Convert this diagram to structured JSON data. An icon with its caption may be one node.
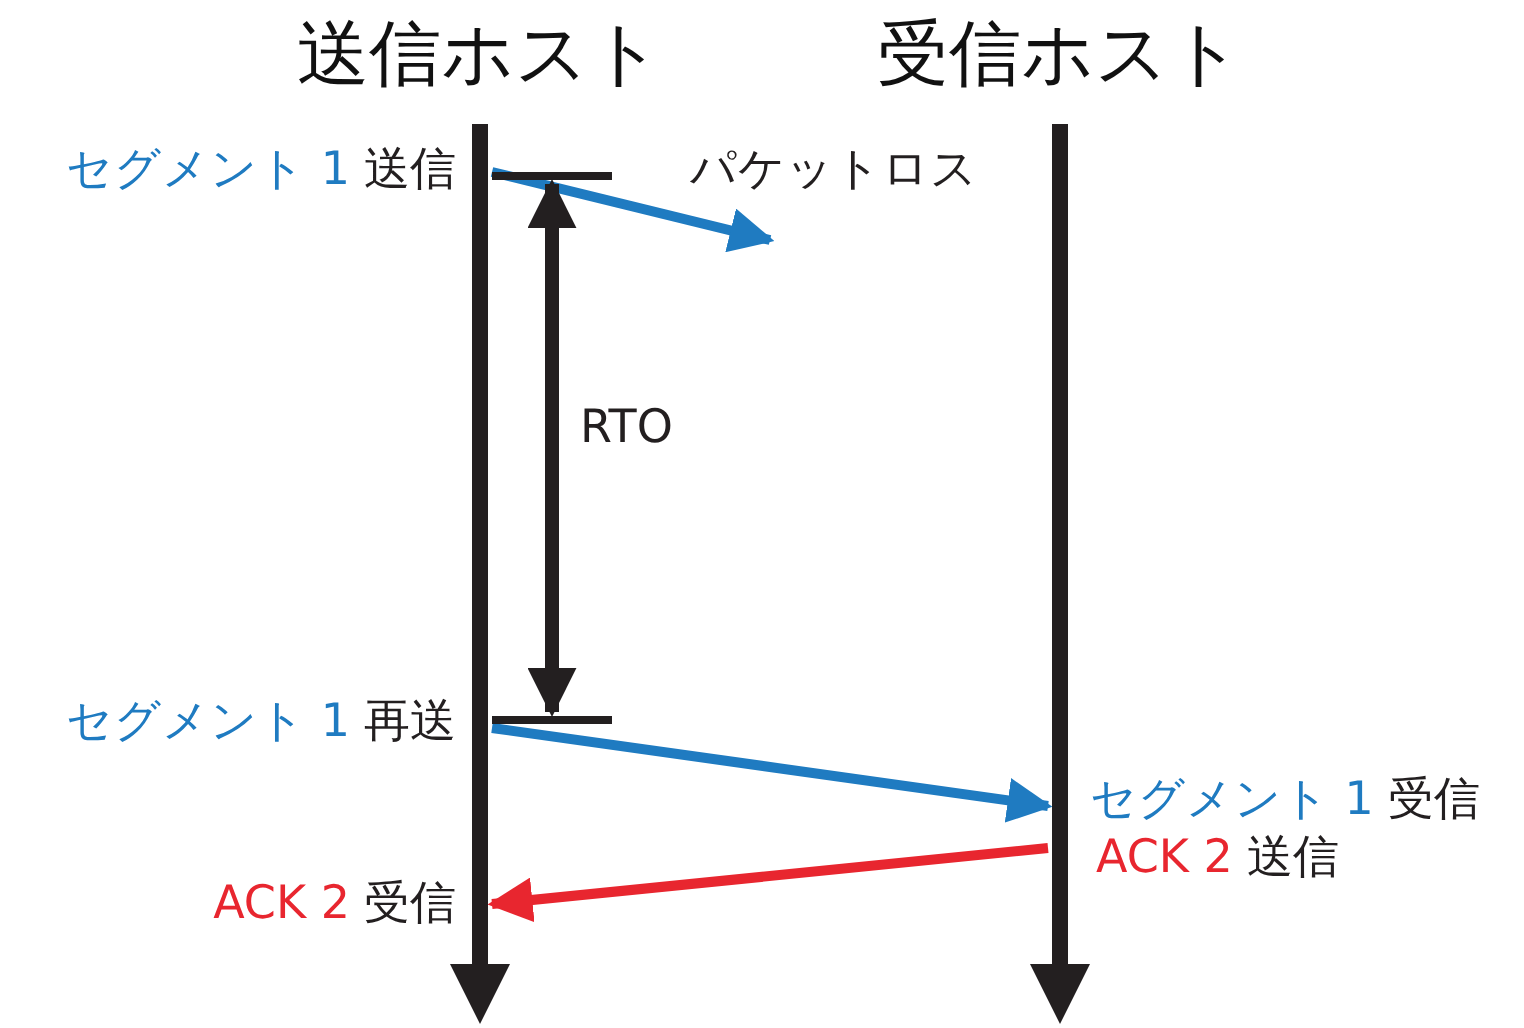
{
  "diagram": {
    "nodes": [
      {
        "text": [
          "送信ホスト"
        ]
      },
      {
        "text": [
          "受信ホスト"
        ]
      }
    ],
    "edges": [
      {
        "from": 0,
        "to": null,
        "arrow": "to"
      },
      {
        "from": 0,
        "to": 1,
        "arrow": "to"
      },
      {
        "from": 1,
        "to": 0,
        "arrow": "to",
        "color": "#e8262f"
      }
    ],
    "labels": [
      "セグメント 1",
      "送信",
      "パケットロス",
      "RTO",
      "セグメント 1",
      "再送",
      "セグメント 1",
      "受信",
      "ACK 2",
      "送信",
      "ACK 2",
      "受信"
    ]
  }
}
